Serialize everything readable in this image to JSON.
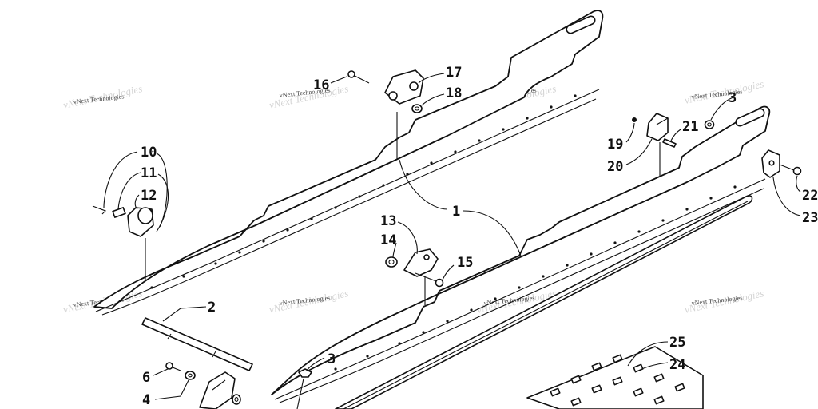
{
  "watermark": "vNext Technologies",
  "colors": {
    "ink": "#111111",
    "paper": "#ffffff",
    "watermark": "#444444"
  },
  "callouts": [
    "1",
    "2",
    "3",
    "4",
    "6",
    "10",
    "11",
    "12",
    "13",
    "14",
    "15",
    "16",
    "17",
    "18",
    "19",
    "20",
    "21",
    "22",
    "23",
    "24",
    "25"
  ],
  "callout_3b": "3"
}
